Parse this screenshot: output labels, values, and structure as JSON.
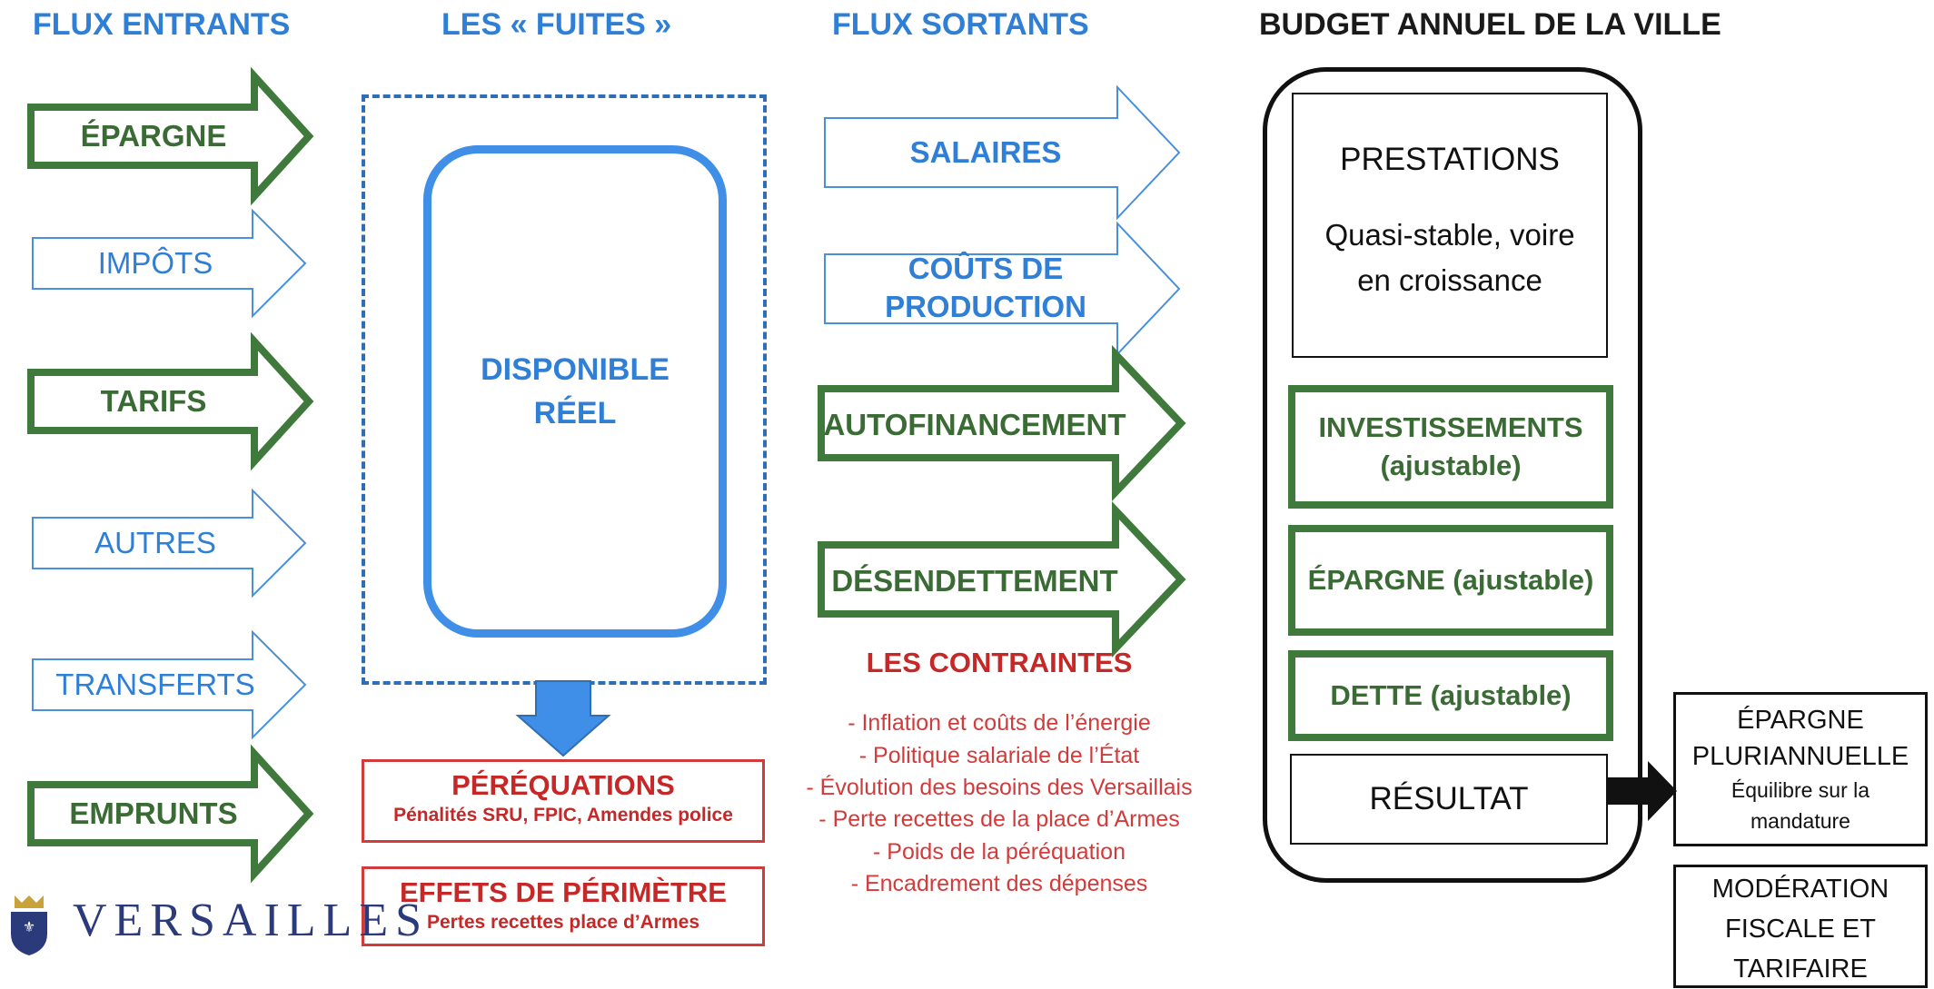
{
  "headers": {
    "inflows": "FLUX ENTRANTS",
    "leaks": "LES « FUITES »",
    "outflows": "FLUX SORTANTS",
    "budget": "BUDGET ANNUEL DE LA VILLE"
  },
  "inflows": [
    "ÉPARGNE",
    "IMPÔTS",
    "TARIFS",
    "AUTRES",
    "TRANSFERTS",
    "EMPRUNTS"
  ],
  "center": {
    "line1": "DISPONIBLE",
    "line2": "RÉEL"
  },
  "leaks": {
    "perequations_title": "PÉRÉQUATIONS",
    "perequations_sub": "Pénalités SRU, FPIC, Amendes police",
    "perimetre_title": "EFFETS DE PÉRIMÈTRE",
    "perimetre_sub": "Pertes recettes place d’Armes"
  },
  "outflows": {
    "salaires": "SALAIRES",
    "couts_line1": "COÛTS DE",
    "couts_line2": "PRODUCTION",
    "autofinancement": "AUTOFINANCEMENT",
    "desendettement": "DÉSENDETTEMENT"
  },
  "constraints": {
    "title": "LES CONTRAINTES",
    "items": [
      "- Inflation et coûts de l’énergie",
      "- Politique salariale de l’État",
      "- Évolution des besoins des Versaillais",
      "- Perte recettes de la place d’Armes",
      "- Poids de la péréquation",
      "- Encadrement des dépenses"
    ]
  },
  "budget": {
    "prestations_title": "PRESTATIONS",
    "prestations_line1": "Quasi-stable, voire",
    "prestations_line2": "en croissance",
    "investissements_line1": "INVESTISSEMENTS",
    "investissements_line2": "(ajustable)",
    "epargne": "ÉPARGNE (ajustable)",
    "dette": "DETTE (ajustable)",
    "resultat": "RÉSULTAT"
  },
  "right_boxes": {
    "epargne_line1": "ÉPARGNE",
    "epargne_line2": "PLURIANNUELLE",
    "epargne_line3": "Équilibre sur la",
    "epargne_line4": "mandature",
    "moderation_line1": "MODÉRATION",
    "moderation_line2": "FISCALE ET",
    "moderation_line3": "TARIFAIRE"
  },
  "logo": {
    "text": "VERSAILLES"
  },
  "colors": {
    "blue": "#2f7fd6",
    "green": "#3f7a3c",
    "red": "#c62828",
    "black": "#111111"
  }
}
